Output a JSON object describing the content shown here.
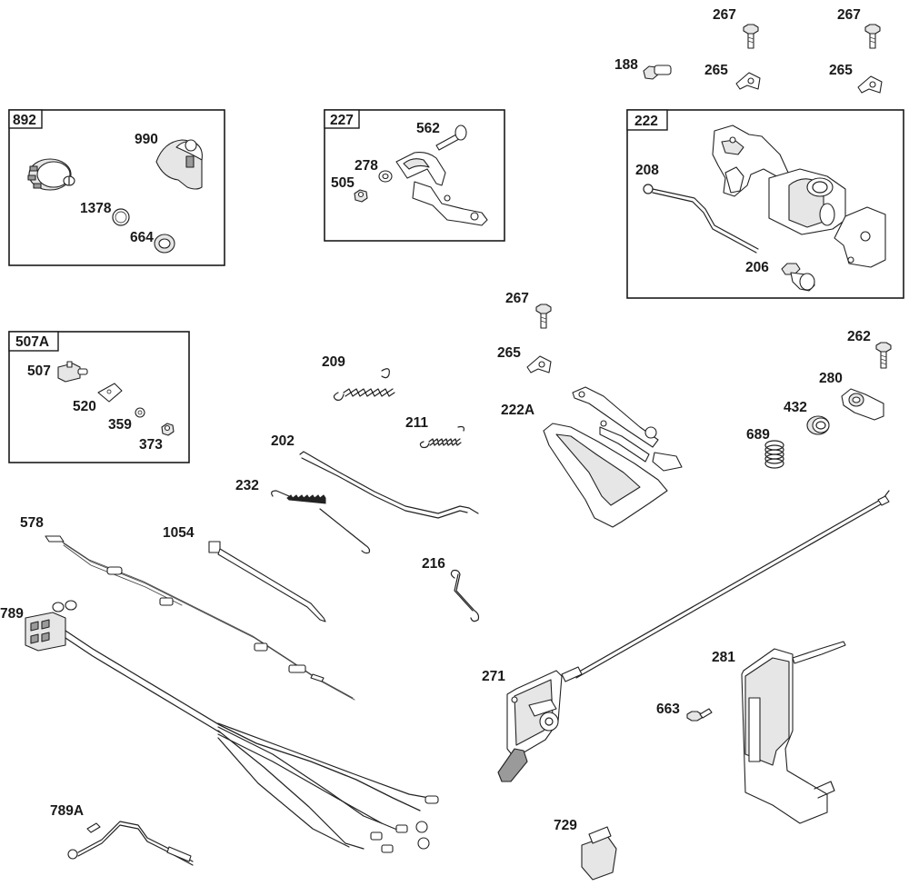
{
  "labels": {
    "b892": "892",
    "l990": "990",
    "l1378": "1378",
    "l664": "664",
    "b227": "227",
    "l562": "562",
    "l278": "278",
    "l505": "505",
    "b222": "222",
    "l208": "208",
    "l206": "206",
    "l188": "188",
    "l267a": "267",
    "l267b": "267",
    "l265a": "265",
    "l265b": "265",
    "b507A": "507A",
    "l507": "507",
    "l520": "520",
    "l359": "359",
    "l373": "373",
    "l209": "209",
    "l211": "211",
    "l202": "202",
    "l232": "232",
    "l216": "216",
    "l1054": "1054",
    "l578": "578",
    "l789": "789",
    "l789A": "789A",
    "l267c": "267",
    "l265c": "265",
    "l222A": "222A",
    "l262": "262",
    "l280": "280",
    "l432": "432",
    "l689": "689",
    "l271": "271",
    "l281": "281",
    "l663": "663",
    "l729": "729"
  },
  "colors": {
    "ink": "#1a1a1a",
    "part_fill": "#ffffff",
    "shade": "#e6e6e6",
    "dark": "#9a9a9a"
  }
}
